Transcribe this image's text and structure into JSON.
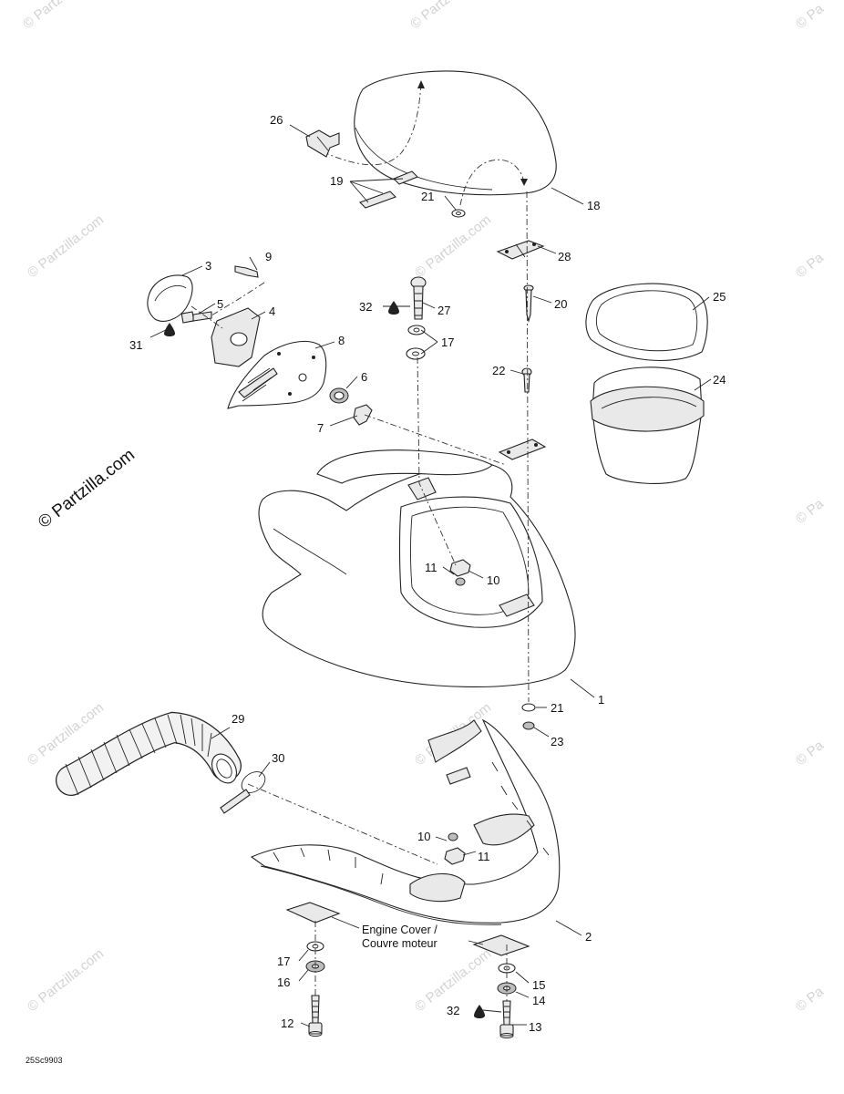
{
  "watermark": {
    "text": "© Partzilla.com",
    "short": "© Pa",
    "main": "© Partzilla.com"
  },
  "note": {
    "line1": "Engine Cover /",
    "line2": "Couvre moteur"
  },
  "diagram_code": "25Sc9903",
  "callouts": {
    "c1": "1",
    "c2": "2",
    "c3": "3",
    "c4": "4",
    "c5": "5",
    "c6": "6",
    "c7": "7",
    "c8": "8",
    "c9": "9",
    "c10a": "10",
    "c10b": "10",
    "c11a": "11",
    "c11b": "11",
    "c12": "12",
    "c13": "13",
    "c14": "14",
    "c15": "15",
    "c16": "16",
    "c17a": "17",
    "c17b": "17",
    "c18": "18",
    "c19": "19",
    "c20": "20",
    "c21a": "21",
    "c21b": "21",
    "c22": "22",
    "c23": "23",
    "c24": "24",
    "c25": "25",
    "c26": "26",
    "c27": "27",
    "c28": "28",
    "c29": "29",
    "c30": "30",
    "c31": "31",
    "c32a": "32",
    "c32b": "32"
  }
}
